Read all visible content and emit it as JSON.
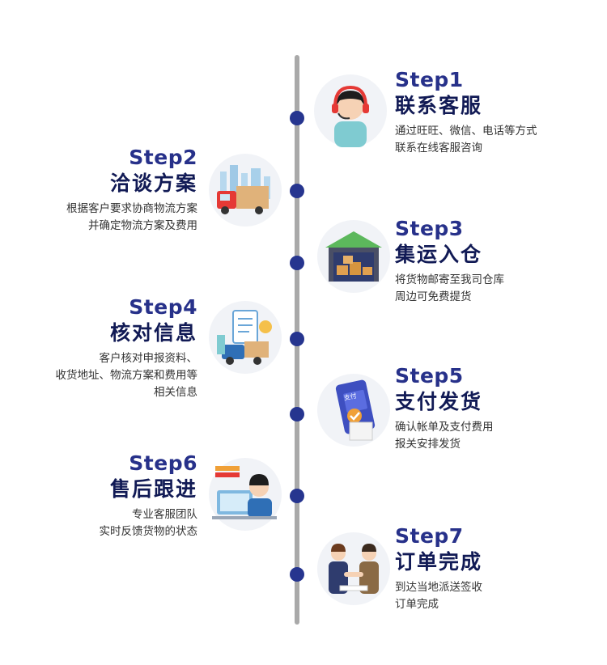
{
  "steps": [
    {
      "num": "Step1",
      "title": "联系客服",
      "desc1": "通过旺旺、微信、电话等方式",
      "desc2": "联系在线客服咨询",
      "icon": "customer-service-icon"
    },
    {
      "num": "Step2",
      "title": "洽谈方案",
      "desc1": "根据客户要求协商物流方案",
      "desc2": "并确定物流方案及费用",
      "icon": "truck-city-icon"
    },
    {
      "num": "Step3",
      "title": "集运入仓",
      "desc1": "将货物邮寄至我司仓库",
      "desc2": "周边可免费提货",
      "icon": "warehouse-icon"
    },
    {
      "num": "Step4",
      "title": "核对信息",
      "desc1": "客户核对申报资料、",
      "desc2": "收货地址、物流方案和费用等",
      "desc3": "相关信息",
      "icon": "checklist-truck-icon"
    },
    {
      "num": "Step5",
      "title": "支付发货",
      "desc1": "确认帐单及支付费用",
      "desc2": "报关安排发货",
      "icon": "payment-icon",
      "card_label": "支付"
    },
    {
      "num": "Step6",
      "title": "售后跟进",
      "desc1": "专业客服团队",
      "desc2": "实时反馈货物的状态",
      "icon": "support-agent-icon"
    },
    {
      "num": "Step7",
      "title": "订单完成",
      "desc1": "到达当地派送签收",
      "desc2": "订单完成",
      "icon": "handshake-icon"
    }
  ],
  "colors": {
    "accent": "#26358f",
    "title": "#111a55",
    "line": "#a9a9a9"
  }
}
